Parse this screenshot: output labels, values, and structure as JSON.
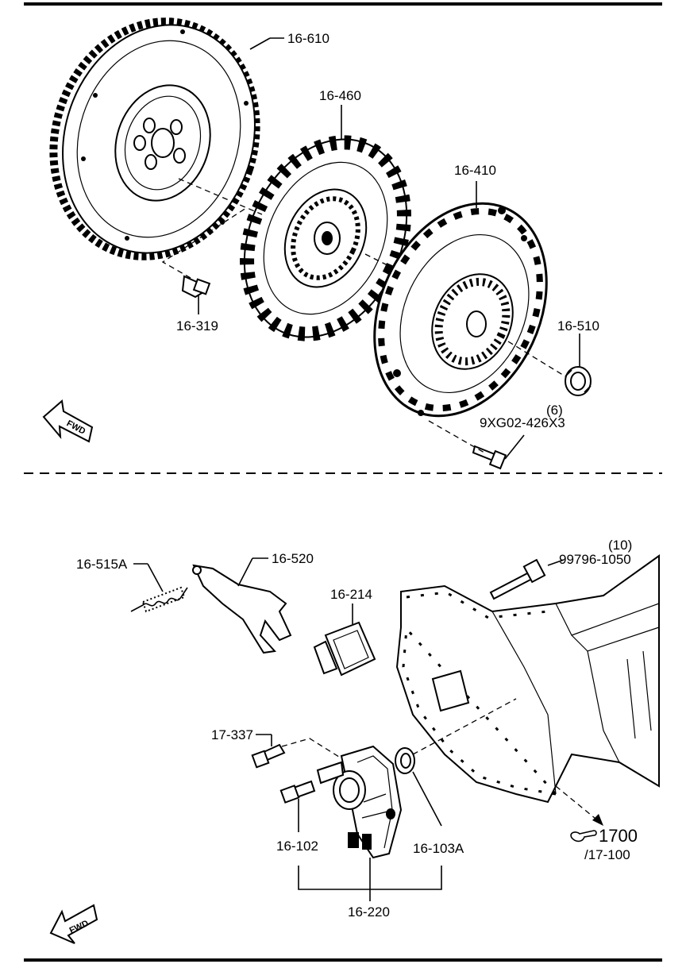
{
  "labels": {
    "flywheel": "16-610",
    "clutch_disc": "16-460",
    "pressure_plate": "16-410",
    "flywheel_bolt": "16-319",
    "release_bearing": "16-510",
    "cover_bolt_qty": "(6)",
    "cover_bolt": "9XG02-426X3",
    "spring": "16-515A",
    "release_fork": "16-520",
    "boot": "16-214",
    "trans_bolt_qty": "(10)",
    "trans_bolt": "99796-1050",
    "bolt_17_337": "17-337",
    "bolt_16_102": "16-102",
    "seal": "16-103A",
    "slave_cylinder": "16-220",
    "ref_number": "1700",
    "ref_sub": "/17-100"
  },
  "fwd_text": "FWD",
  "colors": {
    "ink": "#000000",
    "background": "#ffffff"
  }
}
